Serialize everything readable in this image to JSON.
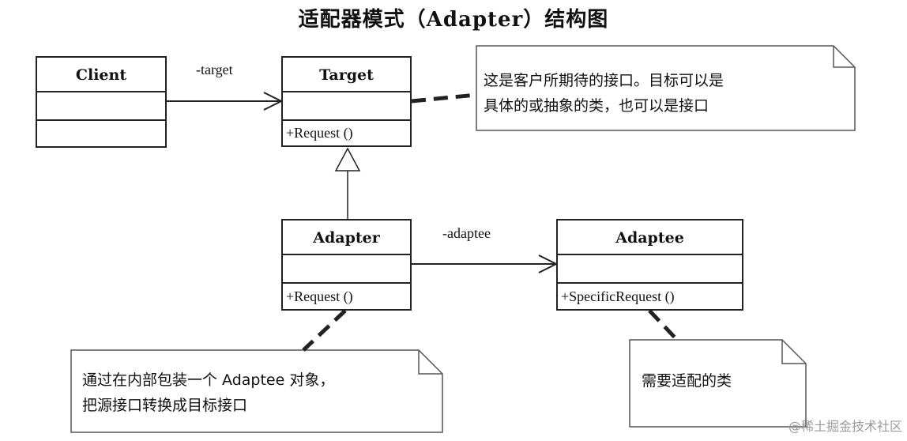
{
  "title": "适配器模式（Adapter）结构图",
  "classes": {
    "client": {
      "name": "Client",
      "operation": ""
    },
    "target": {
      "name": "Target",
      "operation": "+Request ()"
    },
    "adapter": {
      "name": "Adapter",
      "operation": "+Request ()"
    },
    "adaptee": {
      "name": "Adaptee",
      "operation": "+SpecificRequest ()"
    }
  },
  "associations": {
    "client_target": "-target",
    "adapter_adaptee": "-adaptee"
  },
  "notes": {
    "target_note": [
      "这是客户所期待的接口。目标可以是",
      "具体的或抽象的类，也可以是接口"
    ],
    "adapter_note": [
      "通过在内部包装一个 Adaptee 对象，",
      "把源接口转换成目标接口"
    ],
    "adaptee_note": [
      "需要适配的类"
    ]
  },
  "watermark": "@稀土掘金技术社区"
}
